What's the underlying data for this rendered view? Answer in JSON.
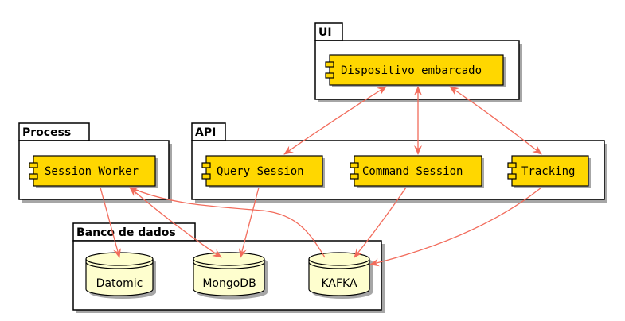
{
  "colors": {
    "component_fill": "#FFD700",
    "database_fill": "#FEFECE",
    "edge": "#F26B5B",
    "border": "#000000"
  },
  "packages": {
    "ui": {
      "title": "UI"
    },
    "process": {
      "title": "Process"
    },
    "api": {
      "title": "API"
    },
    "db": {
      "title": "Banco de dados"
    }
  },
  "components": {
    "dispositivo": "Dispositivo embarcado",
    "session_worker": "Session Worker",
    "query_session": "Query Session",
    "command_session": "Command Session",
    "tracking": "Tracking"
  },
  "databases": {
    "datomic": "Datomic",
    "mongodb": "MongoDB",
    "kafka": "KAFKA"
  }
}
